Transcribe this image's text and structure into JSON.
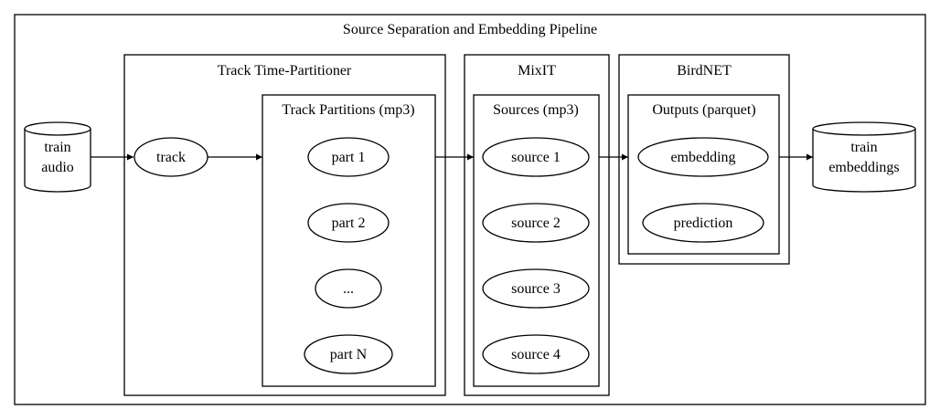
{
  "diagram": {
    "title": "Source Separation and Embedding Pipeline",
    "clusters": {
      "partitioner": {
        "title": "Track Time-Partitioner"
      },
      "partitions": {
        "title": "Track Partitions (mp3)"
      },
      "mixit": {
        "title": "MixIT"
      },
      "sources": {
        "title": "Sources (mp3)"
      },
      "birdnet": {
        "title": "BirdNET"
      },
      "outputs": {
        "title": "Outputs (parquet)"
      }
    },
    "nodes": {
      "train_audio": {
        "line1": "train",
        "line2": "audio"
      },
      "track": "track",
      "part1": "part 1",
      "part2": "part 2",
      "part_ellipsis": "...",
      "partN": "part N",
      "source1": "source 1",
      "source2": "source 2",
      "source3": "source 3",
      "source4": "source 4",
      "embedding": "embedding",
      "prediction": "prediction",
      "train_embeddings": {
        "line1": "train",
        "line2": "embeddings"
      }
    }
  }
}
